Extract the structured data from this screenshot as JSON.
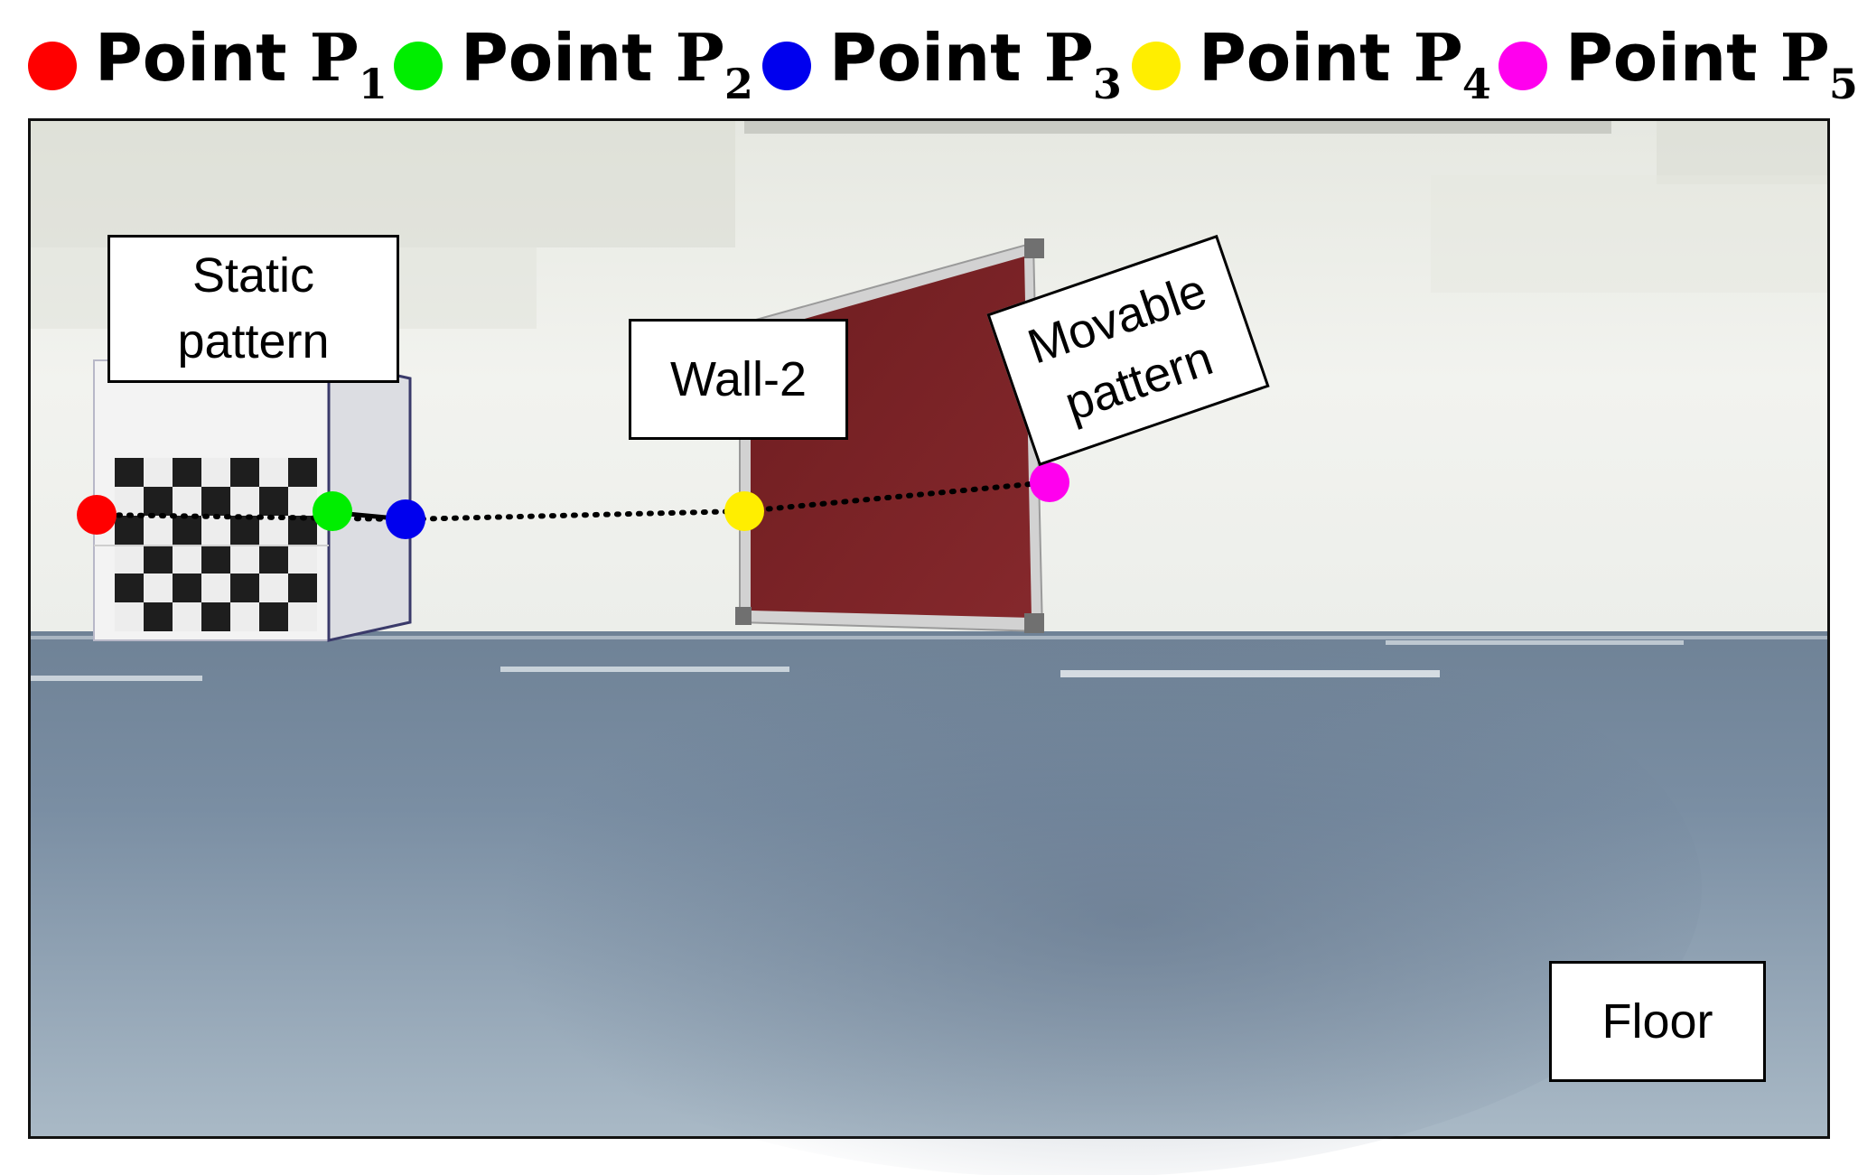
{
  "legend": [
    {
      "word": "Point",
      "letter": "P",
      "sub": "1",
      "color": "#ff0000"
    },
    {
      "word": "Point",
      "letter": "P",
      "sub": "2",
      "color": "#00ee00"
    },
    {
      "word": "Point",
      "letter": "P",
      "sub": "3",
      "color": "#0000ee"
    },
    {
      "word": "Point",
      "letter": "P",
      "sub": "4",
      "color": "#ffee00"
    },
    {
      "word": "Point",
      "letter": "P",
      "sub": "5",
      "color": "#ff00ee"
    }
  ],
  "labels": {
    "static_line1": "Static",
    "static_line2": "pattern",
    "wall": "Wall-2",
    "movable_line1": "Movable",
    "movable_line2": "pattern",
    "floor": "Floor"
  },
  "colors": {
    "wall": "#eef0ec",
    "floor": "#7d91a6",
    "board": "#7c2226",
    "frame": "#c8c8c8"
  },
  "icons": [
    "checkerboard-pattern",
    "red-board-pattern"
  ]
}
